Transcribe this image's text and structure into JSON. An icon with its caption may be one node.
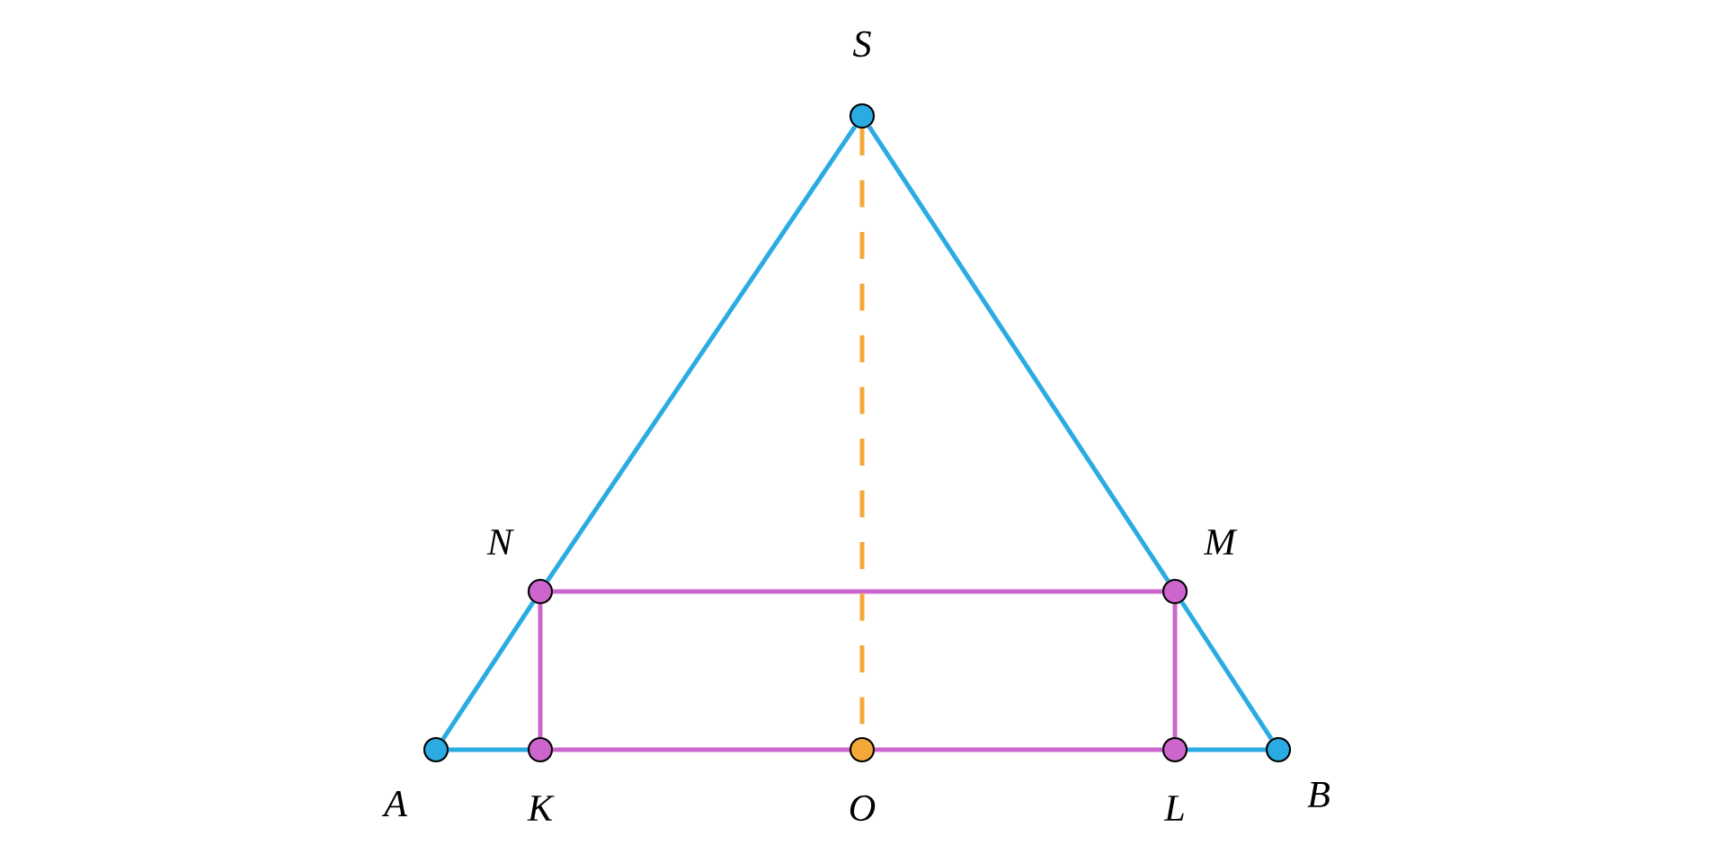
{
  "diagram": {
    "nodes": [
      {
        "text": [],
        "shape": "circle",
        "beside": [
          "S"
        ]
      },
      {
        "text": [],
        "shape": "circle",
        "beside": [
          "N"
        ]
      },
      {
        "text": [],
        "shape": "circle",
        "beside": [
          "M"
        ]
      },
      {
        "text": [],
        "shape": "circle",
        "beside": [
          "A"
        ]
      },
      {
        "text": [],
        "shape": "circle",
        "beside": [
          "K"
        ]
      },
      {
        "text": [],
        "shape": "circle",
        "beside": [
          "O"
        ]
      },
      {
        "text": [],
        "shape": "circle",
        "beside": [
          "L"
        ]
      },
      {
        "text": [],
        "shape": "circle",
        "beside": [
          "B"
        ]
      }
    ],
    "edges": [
      {
        "from": 0,
        "to": 1,
        "arrow": "none"
      },
      {
        "from": 1,
        "to": 3,
        "arrow": "none"
      },
      {
        "from": 0,
        "to": 2,
        "arrow": "none"
      },
      {
        "from": 2,
        "to": 7,
        "arrow": "none"
      },
      {
        "from": 3,
        "to": 4,
        "arrow": "none"
      },
      {
        "from": 6,
        "to": 7,
        "arrow": "none"
      },
      {
        "from": 1,
        "to": 2,
        "arrow": "none",
        "color": "#cc66cc"
      },
      {
        "from": 1,
        "to": 4,
        "arrow": "none",
        "color": "#cc66cc"
      },
      {
        "from": 4,
        "to": 5,
        "arrow": "none",
        "color": "#cc66cc"
      },
      {
        "from": 5,
        "to": 6,
        "arrow": "none",
        "color": "#cc66cc"
      },
      {
        "from": 2,
        "to": 6,
        "arrow": "none",
        "color": "#cc66cc"
      },
      {
        "from": 0,
        "to": 5,
        "arrow": "none",
        "style": "dashed",
        "color": "#f5a83a"
      }
    ]
  }
}
